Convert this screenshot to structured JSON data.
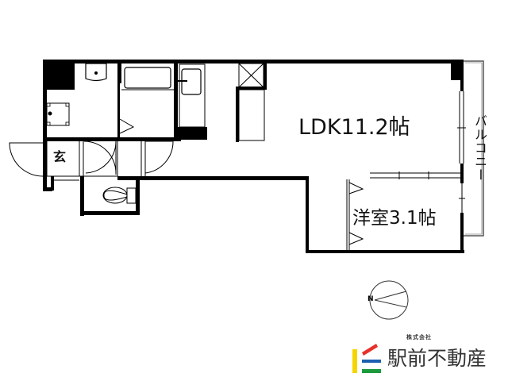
{
  "floor_plan": {
    "rooms": {
      "ldk": {
        "label": "LDK11.2帖",
        "type": "living-dining-kitchen",
        "size_jo": 11.2
      },
      "western_room": {
        "label": "洋室3.1帖",
        "type": "western-style-room",
        "size_jo": 3.1
      },
      "entrance": {
        "label": "玄"
      },
      "balcony": {
        "label": "バルコニー"
      }
    },
    "fixtures": [
      "washbasin",
      "washing-machine-space",
      "bathtub",
      "refrigerator-space",
      "kitchen-sink",
      "toilet",
      "closet"
    ],
    "compass": {
      "label": "N"
    }
  },
  "company": {
    "prefix": "株式会社",
    "name": "駅前不動産",
    "logo_colors": {
      "yellow": "#f5d500",
      "red": "#e8312a",
      "blue": "#1d5fb0",
      "green": "#1e9a3e"
    }
  }
}
